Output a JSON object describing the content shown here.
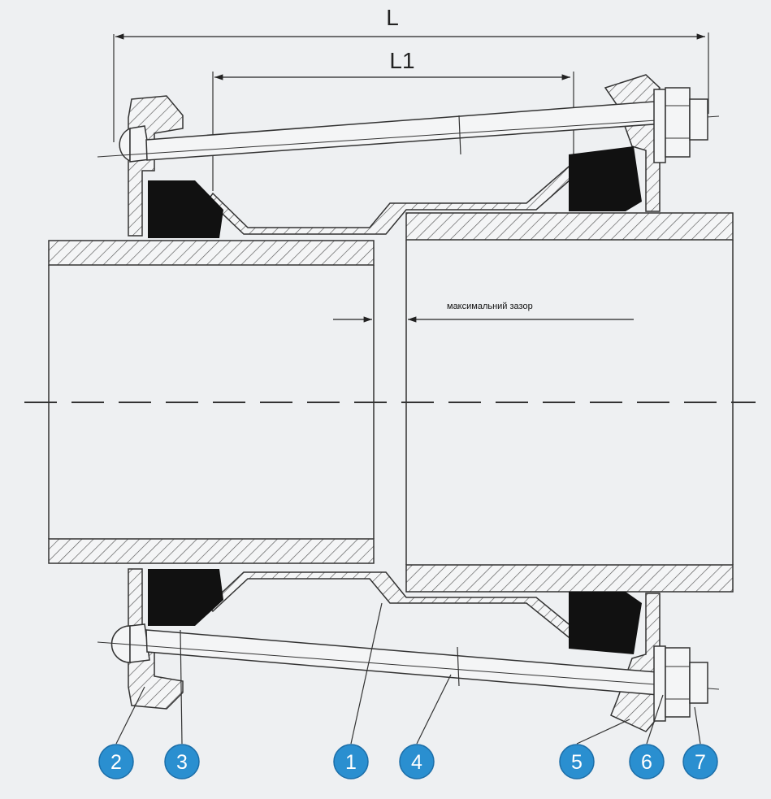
{
  "dimensions": {
    "overall_length": "L",
    "inner_length": "L1"
  },
  "annotation": {
    "max_gap": "максимальний зазор"
  },
  "part_numbers": [
    "2",
    "3",
    "1",
    "4",
    "5",
    "6",
    "7"
  ],
  "colors": {
    "background": "#eef0f2",
    "line": "#333333",
    "seal": "#111111",
    "marker_fill": "#2a8fd0",
    "marker_text": "#ffffff"
  }
}
